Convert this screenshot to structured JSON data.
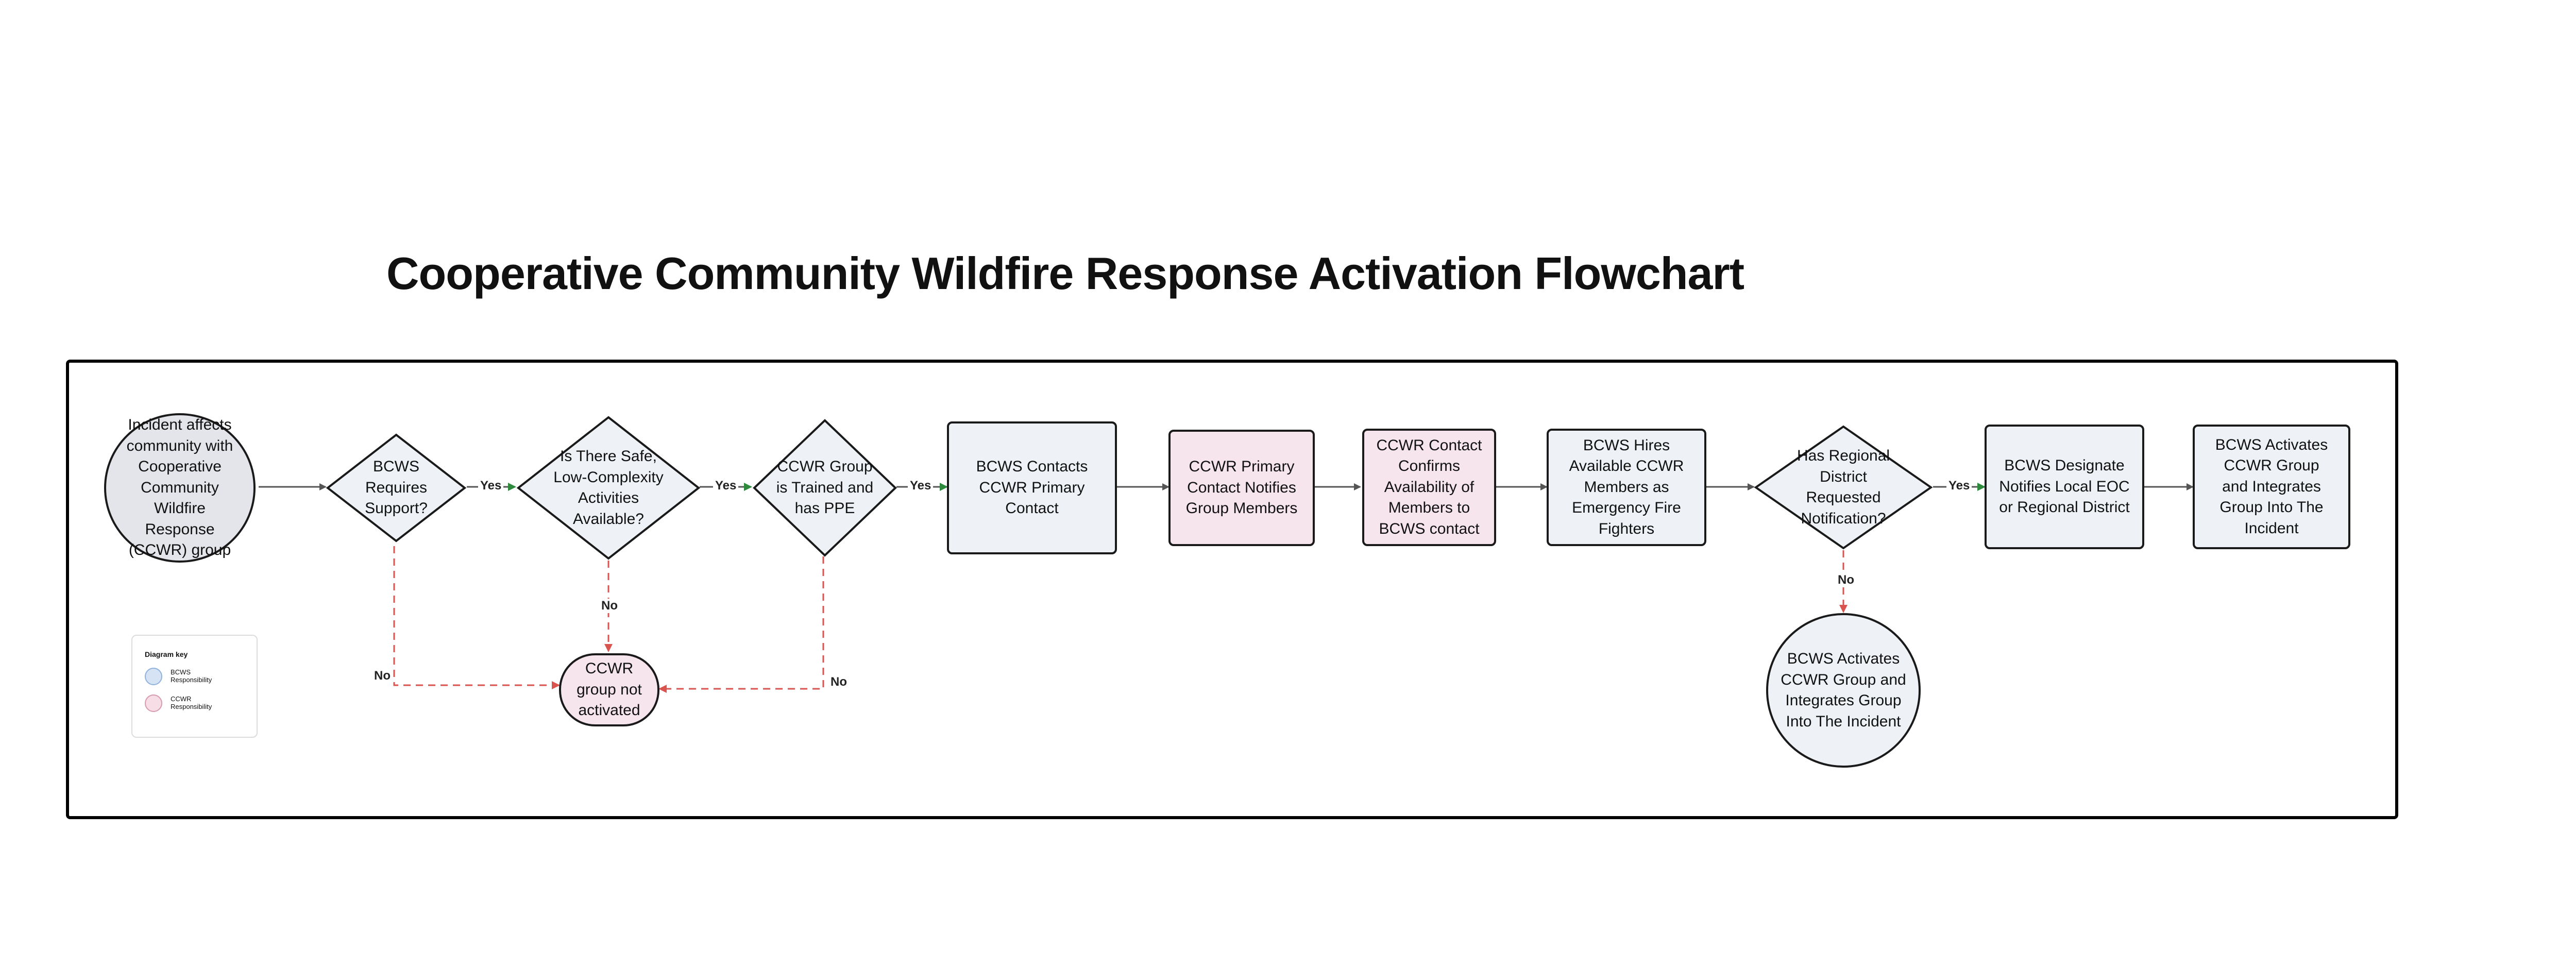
{
  "title": "Cooperative Community Wildfire Response Activation Flowchart",
  "colors": {
    "bcws_fill": "#eef2f7",
    "ccwr_fill": "#f6e5ec",
    "start_fill": "#e3e5ea",
    "yes_arrow": "#2e8b3d",
    "no_path": "#d9534f",
    "main_arrow": "#555555"
  },
  "nodes": {
    "start": "Incident affects community with Cooperative Community Wildfire Response (CCWR) group",
    "d1": "BCWS Requires Support?",
    "d2": "Is There Safe, Low-Complexity Activities Available?",
    "d3": "CCWR Group is Trained and has PPE",
    "p1": "BCWS Contacts CCWR Primary Contact",
    "p2": "CCWR Primary Contact Notifies Group Members",
    "p3": "CCWR Contact Confirms Availability of Members to BCWS contact",
    "p4": "BCWS Hires Available CCWR Members as Emergency Fire Fighters",
    "d4": "Has Regional District Requested Notification?",
    "p5": "BCWS Designate Notifies Local EOC or Regional District",
    "p6": "BCWS Activates CCWR Group and Integrates Group Into The Incident",
    "end_no_rd": "BCWS Activates CCWR Group and Integrates Group Into The Incident",
    "not_activated": "CCWR group not activated"
  },
  "edge_labels": {
    "yes": "Yes",
    "no": "No"
  },
  "legend": {
    "title": "Diagram key",
    "items": [
      {
        "label": "BCWS Responsibility",
        "color": "#d5e3f5",
        "border": "#8fb1dc"
      },
      {
        "label": "CCWR Responsibility",
        "color": "#f6dde6",
        "border": "#d79ab0"
      }
    ]
  }
}
